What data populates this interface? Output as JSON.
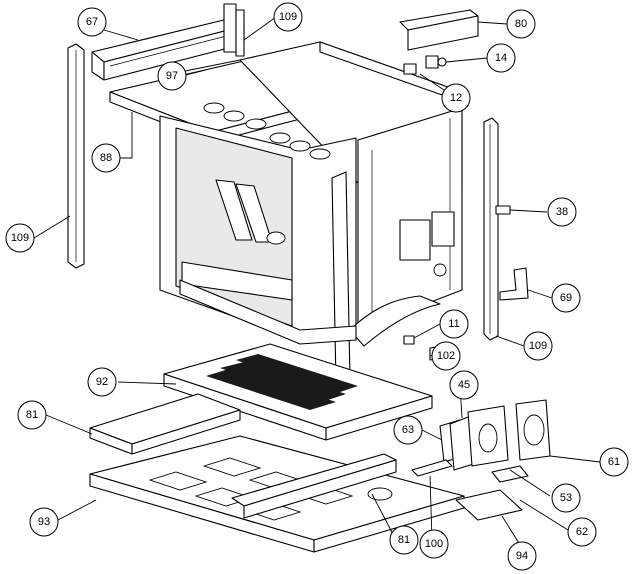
{
  "callouts": [
    {
      "id": "67",
      "label": "67"
    },
    {
      "id": "109-top",
      "label": "109"
    },
    {
      "id": "80",
      "label": "80"
    },
    {
      "id": "97",
      "label": "97"
    },
    {
      "id": "14",
      "label": "14"
    },
    {
      "id": "12",
      "label": "12"
    },
    {
      "id": "88",
      "label": "88"
    },
    {
      "id": "38",
      "label": "38"
    },
    {
      "id": "109-left",
      "label": "109"
    },
    {
      "id": "69",
      "label": "69"
    },
    {
      "id": "11",
      "label": "11"
    },
    {
      "id": "109-right",
      "label": "109"
    },
    {
      "id": "102",
      "label": "102"
    },
    {
      "id": "92",
      "label": "92"
    },
    {
      "id": "45",
      "label": "45"
    },
    {
      "id": "81-left",
      "label": "81"
    },
    {
      "id": "63",
      "label": "63"
    },
    {
      "id": "61",
      "label": "61"
    },
    {
      "id": "53",
      "label": "53"
    },
    {
      "id": "93",
      "label": "93"
    },
    {
      "id": "62",
      "label": "62"
    },
    {
      "id": "81-bottom",
      "label": "81"
    },
    {
      "id": "100",
      "label": "100"
    },
    {
      "id": "94",
      "label": "94"
    }
  ]
}
